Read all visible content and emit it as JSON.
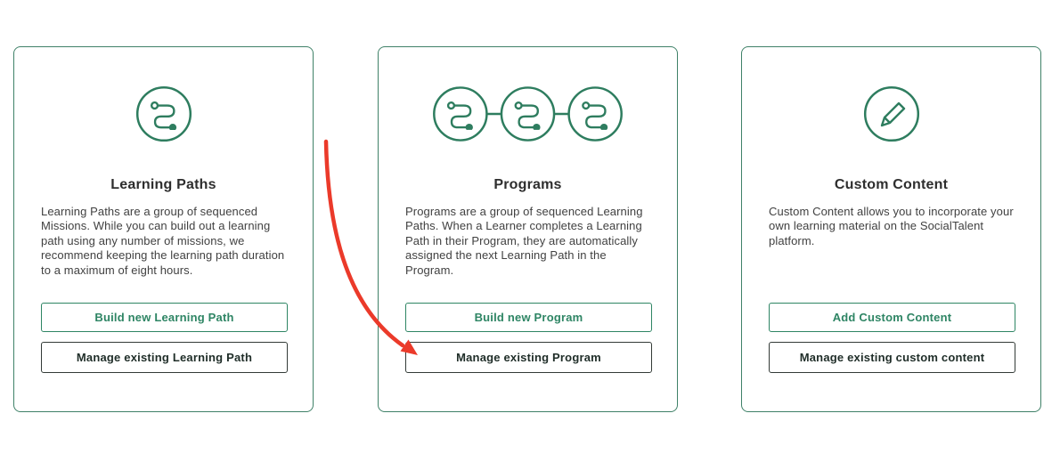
{
  "colors": {
    "background": "#ffffff",
    "card_border_green": "#3f8168",
    "icon_green": "#2e7d5f",
    "primary_button_green": "#2e8564",
    "secondary_button_border": "#333b37",
    "secondary_button_text": "#1f2d28",
    "title_text": "#2e2e2e",
    "body_text": "#414141",
    "arrow_red": "#eb3a2a"
  },
  "cards": [
    {
      "icon": "learning-path-route-icon",
      "title": "Learning Paths",
      "description": "Learning Paths are a group of sequenced Missions. While you can build out a learning path using any number of missions, we recommend keeping the learning path duration to a maximum of eight hours.",
      "primary_button_label": "Build new Learning Path",
      "secondary_button_label": "Manage existing Learning Path"
    },
    {
      "icon": "program-linked-routes-icon",
      "title": "Programs",
      "description": "Programs are a group of sequenced Learning Paths. When a Learner completes a Learning Path in their Program, they are automatically assigned the next Learning Path in the Program.",
      "primary_button_label": "Build new Program",
      "secondary_button_label": "Manage existing Program"
    },
    {
      "icon": "pencil-icon",
      "title": "Custom Content",
      "description": "Custom Content allows you to incorporate your own learning material on the SocialTalent platform.",
      "primary_button_label": "Add Custom Content",
      "secondary_button_label": "Manage existing custom content"
    }
  ],
  "annotation": {
    "shape": "curved-red-arrow",
    "points_to": "Manage existing Program",
    "color": "#eb3a2a"
  }
}
